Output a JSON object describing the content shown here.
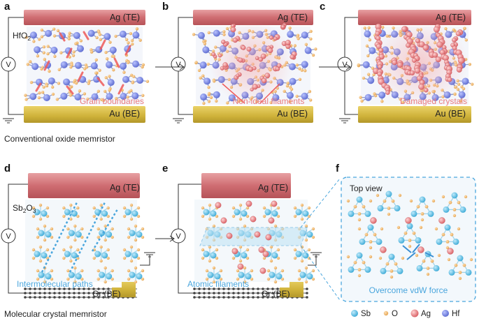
{
  "panels": {
    "a": {
      "letter": "a",
      "top_electrode": "Ag (TE)",
      "bottom_electrode": "Au (BE)",
      "material": "HfO",
      "material_sub": "2",
      "annotation": "Grain boundaries",
      "voltage": "V"
    },
    "b": {
      "letter": "b",
      "top_electrode": "Ag (TE)",
      "bottom_electrode": "Au (BE)",
      "annotation": "Non-ideal filaments",
      "voltage": "V"
    },
    "c": {
      "letter": "c",
      "top_electrode": "Ag (TE)",
      "bottom_electrode": "Au (BE)",
      "annotation": "Damaged crystals",
      "voltage": "V"
    },
    "d": {
      "letter": "d",
      "top_electrode": "Ag (TE)",
      "bottom_electrode": "Gr (BE)",
      "material": "Sb",
      "material_sub": "2",
      "material_rest": "O",
      "material_sub2": "3",
      "annotation": "Intermolecular paths",
      "voltage": "V"
    },
    "e": {
      "letter": "e",
      "top_electrode": "Ag (TE)",
      "bottom_electrode": "Gr (BE)",
      "annotation": "Atomic filaments",
      "voltage": "V"
    },
    "f": {
      "letter": "f",
      "title": "Top view",
      "annotation": "Overcome vdW force"
    }
  },
  "row_labels": {
    "top": "Conventional oxide memristor",
    "bottom": "Molecular crystal memristor"
  },
  "legend": [
    {
      "label": "Sb",
      "color": "#5cc3e6"
    },
    {
      "label": "O",
      "color": "#f2b46a"
    },
    {
      "label": "Ag",
      "color": "#e46a6a"
    },
    {
      "label": "Hf",
      "color": "#6f7fe0"
    }
  ],
  "colors": {
    "ag": "#d9777b",
    "au": "#d9bd3c",
    "accent_blue": "#4aa6dd",
    "hf": "#6f7fe0",
    "o": "#f2b46a",
    "sb": "#5cc3e6",
    "filament": "#e98a8a"
  }
}
